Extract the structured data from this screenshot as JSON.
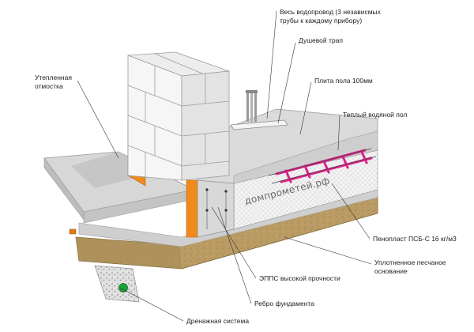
{
  "labels": {
    "water_pipes_line1": "Весь водопровод (3 независмых",
    "water_pipes_line2": "трубы к каждому прибору)",
    "shower_drain": "Душевой трап",
    "floor_slab": "Плита пола 100мм",
    "warm_floor": "Теплый водяной пол",
    "insulated_blind_area_line1": "Утепленная",
    "insulated_blind_area_line2": "отмостка",
    "eps": "Пенопласт ПСБ-С 16 кг/м3",
    "sand_base_line1": "Уплотненное песчаное",
    "sand_base_line2": "основание",
    "xps": "ЭППС высокой прочности",
    "foundation_rib": "Ребро фундамента",
    "drainage": "Дренажная система"
  },
  "watermark": "домпрометей.рф",
  "colors": {
    "concrete": "#d9d9d9",
    "sand": "#b79a63",
    "xps_orange": "#f08a1c",
    "eps_white": "#f2f2f2",
    "heating_pipe": "#e0218a",
    "drain_pipe": "#1aa33a",
    "block": "#f2f2f2",
    "pipe_orange": "#e07a1a"
  }
}
